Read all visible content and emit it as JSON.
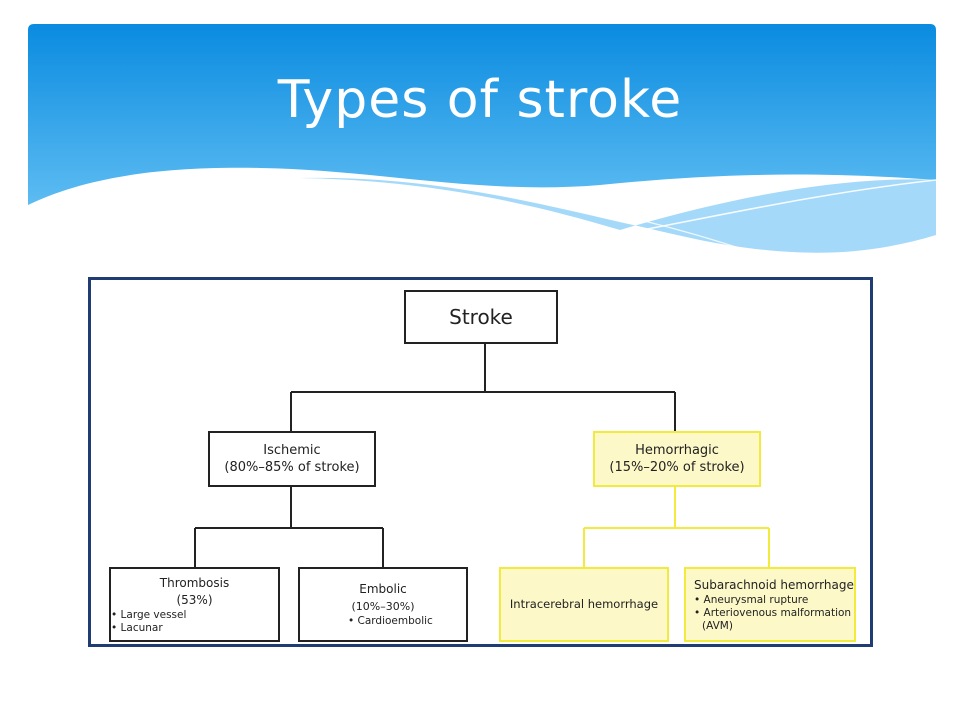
{
  "slide": {
    "title": "Types of stroke"
  },
  "diagram": {
    "root": {
      "label": "Stroke"
    },
    "ischemic": {
      "label": "Ischemic",
      "share": "(80%–85% of stroke)",
      "children": {
        "thrombosis": {
          "label": "Thrombosis",
          "share": "(53%)",
          "items": [
            "Large vessel",
            "Lacunar"
          ]
        },
        "embolic": {
          "label": "Embolic",
          "share": "(10%–30%)",
          "items": [
            "Cardioembolic"
          ]
        }
      }
    },
    "hemorrhagic": {
      "label": "Hemorrhagic",
      "share": "(15%–20% of stroke)",
      "children": {
        "intracerebral": {
          "label": "Intracerebral hemorrhage"
        },
        "subarachnoid": {
          "label": "Subarachnoid hemorrhage",
          "items": [
            "Aneurysmal rupture",
            "Arteriovenous malformation"
          ],
          "items_continued": "(AVM)"
        }
      }
    },
    "colors": {
      "header_blue": "#0d8fe0",
      "frame_border": "#1f3c73",
      "hemorrhagic_border": "#f2ea3c",
      "hemorrhagic_fill": "#fcf8c8"
    }
  }
}
